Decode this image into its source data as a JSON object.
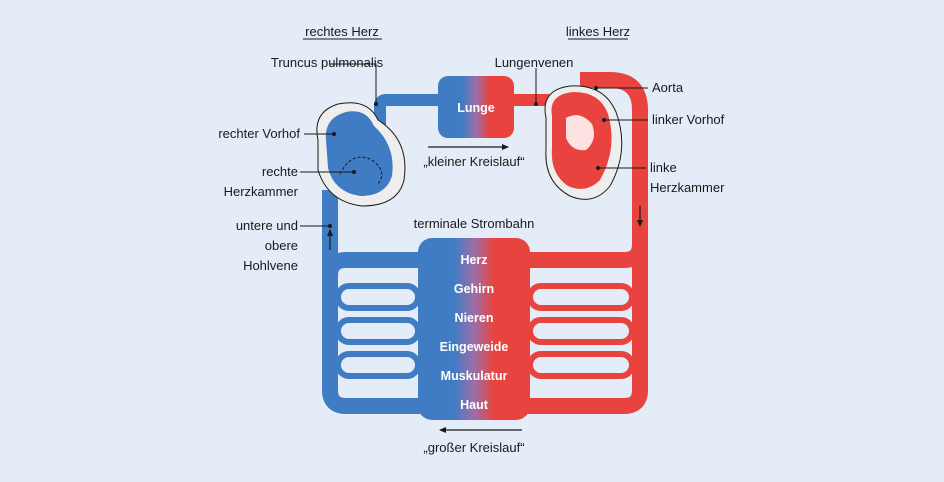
{
  "colors": {
    "background": "#e4ecf7",
    "venous_blue": "#3f7cc4",
    "arterial_red": "#e9433f",
    "heart_shadow": "#eeeeee",
    "outline": "#1a1a1a"
  },
  "headings": {
    "right_heart": "rechtes Herz",
    "left_heart": "linkes Herz",
    "terminal": "terminale Strombahn"
  },
  "labels": {
    "truncus": "Truncus pulmonalis",
    "lungenvenen": "Lungenvenen",
    "aorta": "Aorta",
    "rechter_vorhof": "rechter Vorhof",
    "rechte_kammer_1": "rechte",
    "rechte_kammer_2": "Herzkammer",
    "hohlvene_1": "untere und",
    "hohlvene_2": "obere",
    "hohlvene_3": "Hohlvene",
    "linker_vorhof": "linker Vorhof",
    "linke_kammer_1": "linke",
    "linke_kammer_2": "Herzkammer"
  },
  "lung": {
    "label": "Lunge"
  },
  "organs": [
    "Herz",
    "Gehirn",
    "Nieren",
    "Eingeweide",
    "Muskulatur",
    "Haut"
  ],
  "circuits": {
    "small": "„kleiner Kreislauf“",
    "large": "„großer Kreislauf“"
  }
}
